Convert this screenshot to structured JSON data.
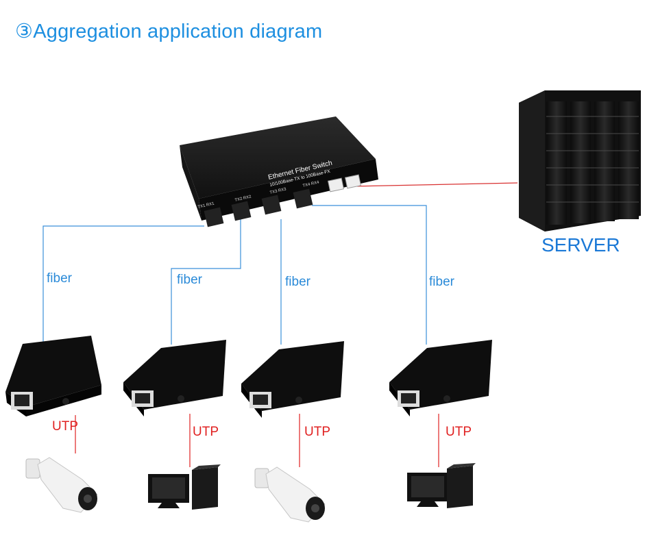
{
  "title": "③Aggregation application diagram",
  "switch": {
    "name": "Ethernet Fiber Switch",
    "spec": "10/100Base-TX to 100Base-FX",
    "ports": [
      "TX1 RX1",
      "TX2 RX2",
      "TX3 RX3",
      "TX4 RX4"
    ]
  },
  "server": {
    "label": "SERVER"
  },
  "links": {
    "fiber_label": "fiber",
    "utp_label": "UTP"
  },
  "converters": [
    {
      "name": "Media Converter",
      "end_device": "camera"
    },
    {
      "name": "Media Converter",
      "end_device": "computer"
    },
    {
      "name": "Media Converter",
      "end_device": "camera"
    },
    {
      "name": "Media Converter",
      "end_device": "computer"
    }
  ],
  "colors": {
    "title": "#1d8fe0",
    "fiber_line": "#3a8fd9",
    "utp_line": "#e02020",
    "server_line": "#d83030"
  }
}
